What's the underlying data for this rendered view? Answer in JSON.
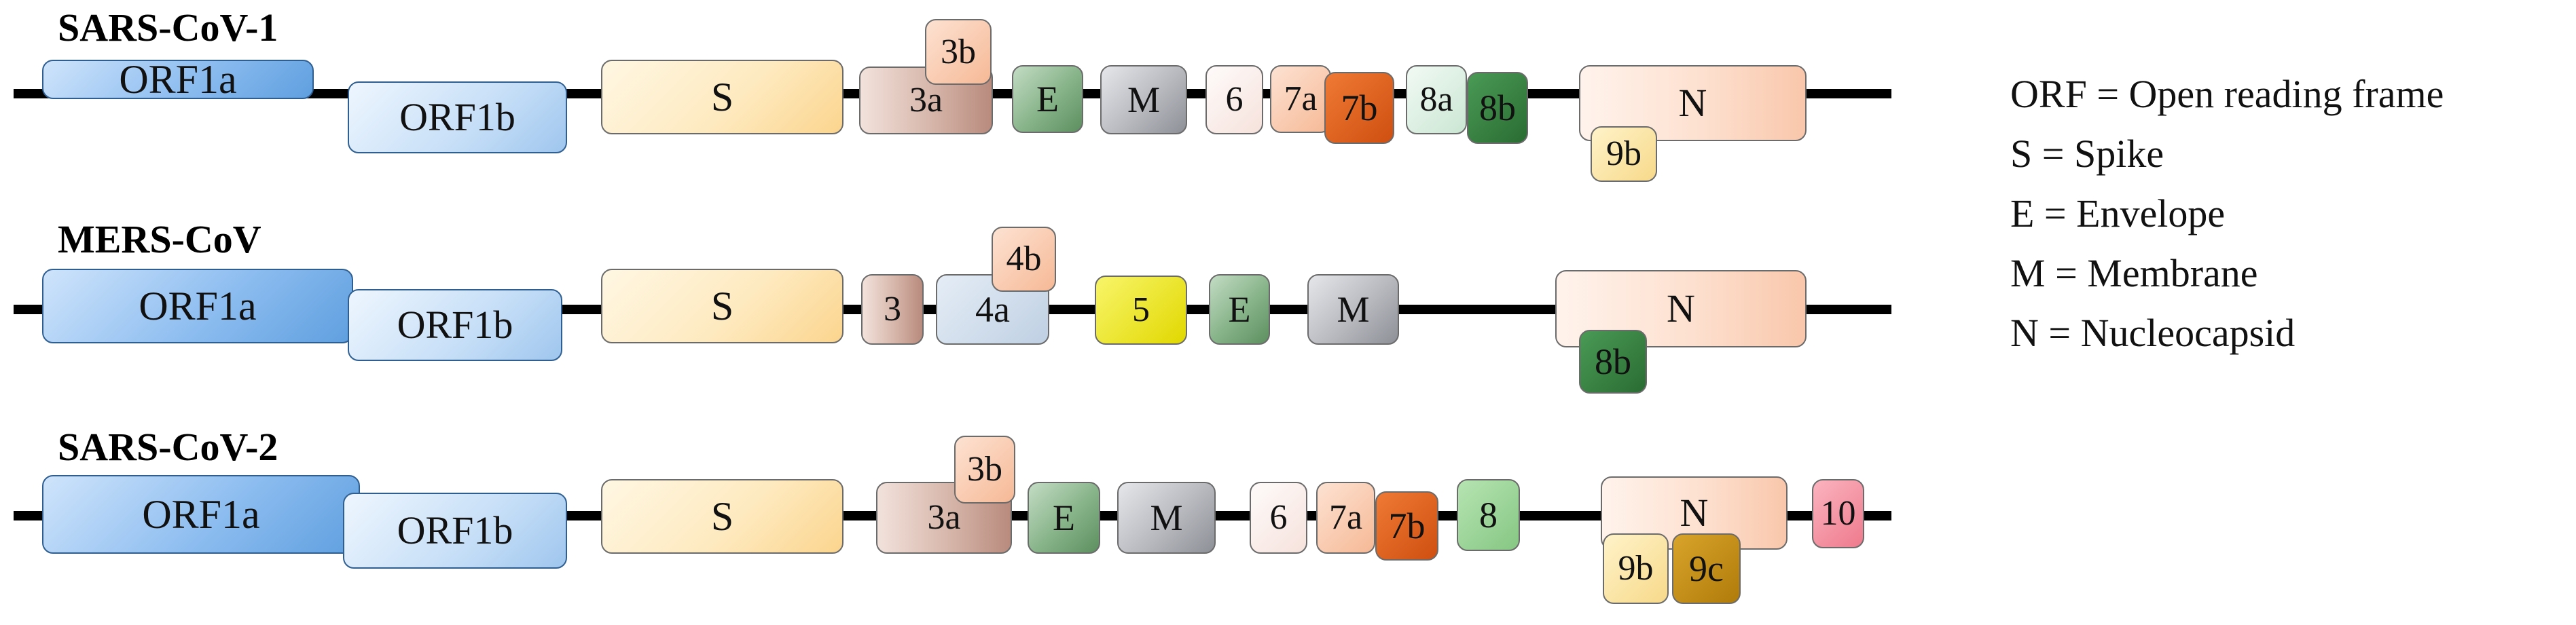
{
  "genomes": [
    {
      "name": "SARS-CoV-1",
      "genes": [
        {
          "label": "ORF1a",
          "color": "blue"
        },
        {
          "label": "ORF1b",
          "color": "lightblue"
        },
        {
          "label": "S",
          "color": "cream"
        },
        {
          "label": "3a",
          "color": "mauve"
        },
        {
          "label": "3b",
          "color": "peach"
        },
        {
          "label": "E",
          "color": "green"
        },
        {
          "label": "M",
          "color": "grey"
        },
        {
          "label": "6",
          "color": "pale"
        },
        {
          "label": "7a",
          "color": "peach"
        },
        {
          "label": "7b",
          "color": "orange"
        },
        {
          "label": "8a",
          "color": "mint"
        },
        {
          "label": "8b",
          "color": "darkgreen"
        },
        {
          "label": "N",
          "color": "peachlight"
        },
        {
          "label": "9b",
          "color": "yellow"
        }
      ]
    },
    {
      "name": "MERS-CoV",
      "genes": [
        {
          "label": "ORF1a",
          "color": "blue"
        },
        {
          "label": "ORF1b",
          "color": "lightblue"
        },
        {
          "label": "S",
          "color": "cream"
        },
        {
          "label": "3",
          "color": "mauve"
        },
        {
          "label": "4a",
          "color": "steel"
        },
        {
          "label": "4b",
          "color": "peach"
        },
        {
          "label": "5",
          "color": "brightyellow"
        },
        {
          "label": "E",
          "color": "green"
        },
        {
          "label": "M",
          "color": "grey"
        },
        {
          "label": "N",
          "color": "peachlight"
        },
        {
          "label": "8b",
          "color": "darkgreen"
        }
      ]
    },
    {
      "name": "SARS-CoV-2",
      "genes": [
        {
          "label": "ORF1a",
          "color": "blue"
        },
        {
          "label": "ORF1b",
          "color": "lightblue"
        },
        {
          "label": "S",
          "color": "cream"
        },
        {
          "label": "3a",
          "color": "mauve"
        },
        {
          "label": "3b",
          "color": "peach"
        },
        {
          "label": "E",
          "color": "green"
        },
        {
          "label": "M",
          "color": "grey"
        },
        {
          "label": "6",
          "color": "pale"
        },
        {
          "label": "7a",
          "color": "peach"
        },
        {
          "label": "7b",
          "color": "orange"
        },
        {
          "label": "8",
          "color": "lightgreen"
        },
        {
          "label": "N",
          "color": "peachlight"
        },
        {
          "label": "9b",
          "color": "yellow"
        },
        {
          "label": "9c",
          "color": "ochre"
        },
        {
          "label": "10",
          "color": "pink"
        }
      ]
    }
  ],
  "legend": [
    "ORF = Open reading  frame",
    "S = Spike",
    "E = Envelope",
    "M = Membrane",
    "N = Nucleocapsid"
  ],
  "palette": {
    "blue": "#6fa8e0",
    "lightblue": "#b3d2f2",
    "cream": "#fde0a6",
    "mauve": "#c9a59a",
    "peach": "#f7bfa0",
    "green": "#79a87c",
    "grey": "#a9abb2",
    "pale": "#f8e6e2",
    "orange": "#d9581a",
    "mint": "#cfe7d7",
    "darkgreen": "#2f7a3a",
    "peachlight": "#fcd8c2",
    "yellow": "#fbe29b",
    "steel": "#c3d1e2",
    "brightyellow": "#e6e000",
    "lightgreen": "#8fce8c",
    "ochre": "#c08a10",
    "pink": "#f4899a"
  }
}
